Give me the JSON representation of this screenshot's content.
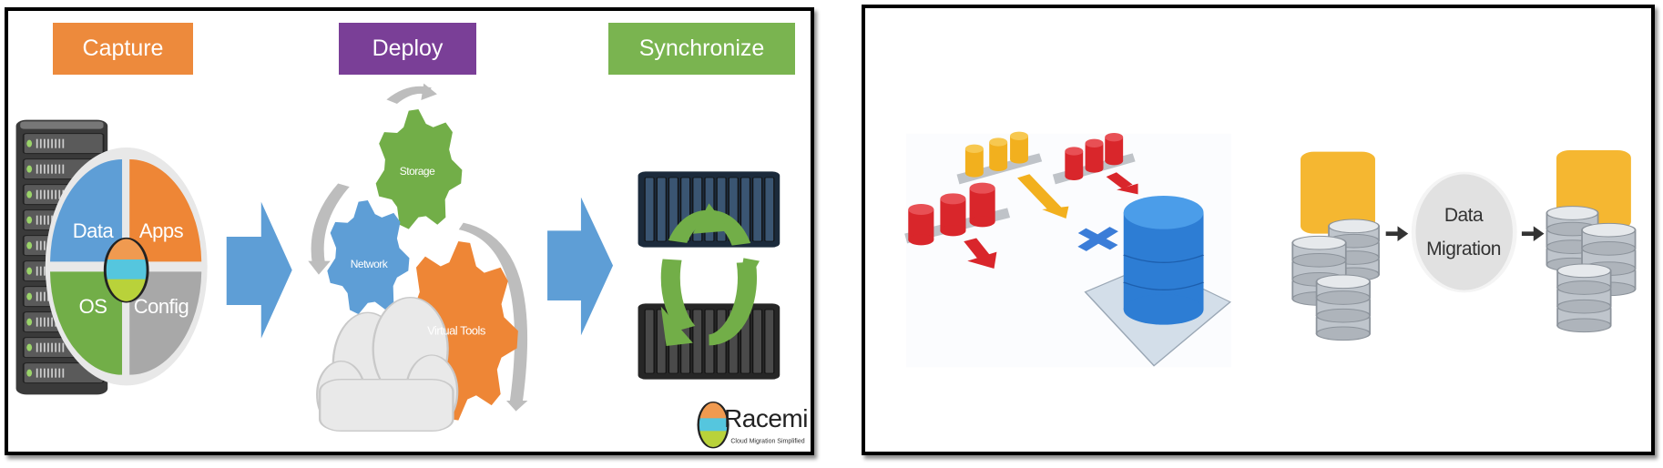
{
  "left_panel": {
    "stages": [
      {
        "label": "Capture",
        "color": "#ED8A3C"
      },
      {
        "label": "Deploy",
        "color": "#7A3F97"
      },
      {
        "label": "Synchronize",
        "color": "#7AB450"
      }
    ],
    "capture_quadrants": {
      "data": "Data",
      "apps": "Apps",
      "os": "OS",
      "config": "Config"
    },
    "deploy_gears": {
      "storage": "Storage",
      "network": "Network",
      "virtual_tools": "Virtual Tools"
    },
    "logo": {
      "name": "Racemi",
      "tagline": "Cloud Migration Simplified"
    }
  },
  "right_panel": {
    "migration_label_line1": "Data",
    "migration_label_line2": "Migration"
  }
}
